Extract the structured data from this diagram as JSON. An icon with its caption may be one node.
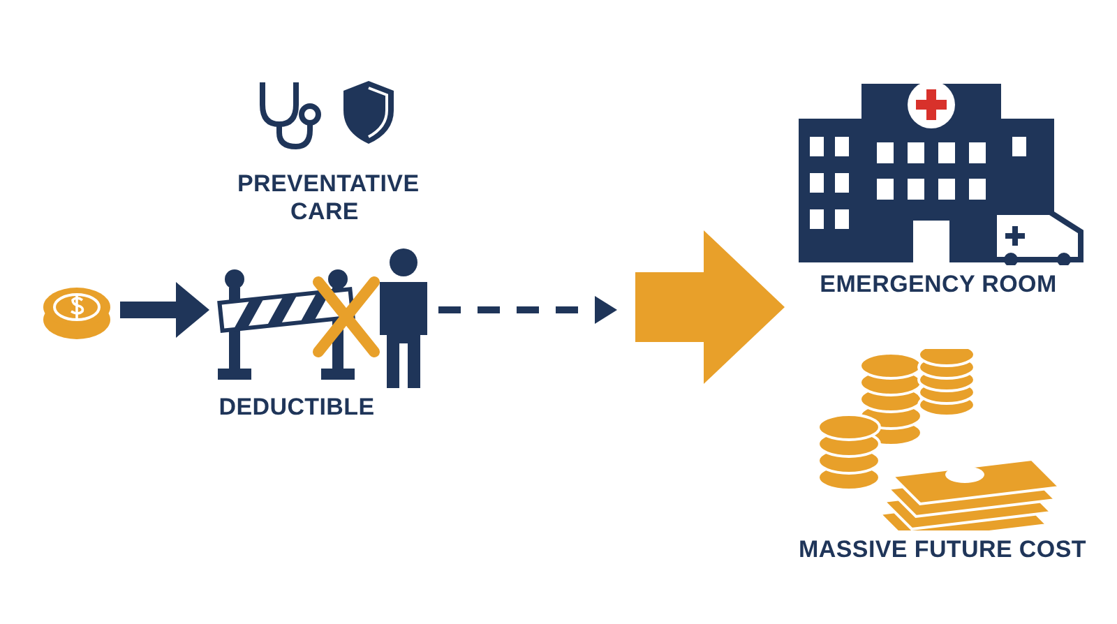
{
  "diagram": {
    "nodes": [
      {
        "text": [],
        "shape": "circle"
      },
      {
        "text": [
          "DEDUCTIBLE"
        ]
      },
      {
        "text": [],
        "shape": "person"
      },
      {
        "text": [
          "EMERGENCY ROOM"
        ]
      },
      {
        "text": [
          "MASSIVE FUTURE COST"
        ]
      }
    ],
    "edges": [
      {
        "from": 0,
        "to": 1,
        "arrow": "to"
      },
      {
        "from": 2,
        "to": null,
        "arrow": "to",
        "style": "dashed"
      },
      {
        "from": null,
        "to": 3,
        "arrow": "to",
        "style": "thick",
        "color": "#e8a02a"
      }
    ],
    "labels": [
      "PREVENTATIVE CARE"
    ]
  }
}
